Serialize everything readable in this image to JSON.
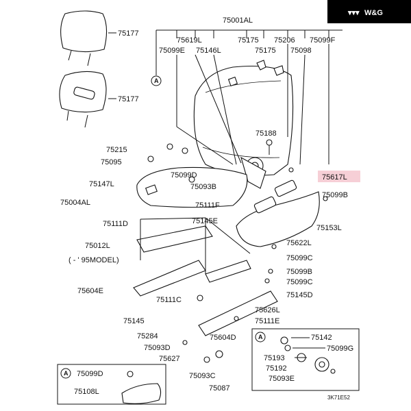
{
  "brand": {
    "logo_text": "W&G"
  },
  "legend": {
    "a_marker": "A",
    "drawing_code": "3K71E52"
  },
  "top_group": {
    "label": "75001AL"
  },
  "highlight_part": "75617L",
  "part_labels": {
    "p75177a": "75177",
    "p75177b": "75177",
    "p75619L": "75619L",
    "p75099E_top": "75099E",
    "p75146L": "75146L",
    "p75175a": "75175",
    "p75175b": "75175",
    "p75206": "75206",
    "p75098": "75098",
    "p75099F": "75099F",
    "p75188": "75188",
    "p75215": "75215",
    "p75095": "75095",
    "p75099D": "75099D",
    "p75093B": "75093B",
    "p75147L": "75147L",
    "p75004AL": "75004AL",
    "p75617L": "75617L",
    "p75099B_r": "75099B",
    "p75111F": "75111F",
    "p75145E": "75145E",
    "p75111D": "75111D",
    "p75153L": "75153L",
    "p75012L": "75012L",
    "p95model": "( - ' 95MODEL)",
    "p75622L": "75622L",
    "p75099C_a": "75099C",
    "p75099B_b": "75099B",
    "p75099C_b": "75099C",
    "p75604E": "75604E",
    "p75145D": "75145D",
    "p75111C": "75111C",
    "p75626L": "75626L",
    "p75145": "75145",
    "p75111E": "75111E",
    "p75284": "75284",
    "p75604D": "75604D",
    "p75093D": "75093D",
    "p75627": "75627",
    "p75093C": "75093C",
    "p75087": "75087",
    "p75142": "75142",
    "p75099G": "75099G",
    "p75193": "75193",
    "p75192": "75192",
    "p75093E": "75093E",
    "p75099D_b": "75099D",
    "p75108L": "75108L"
  }
}
